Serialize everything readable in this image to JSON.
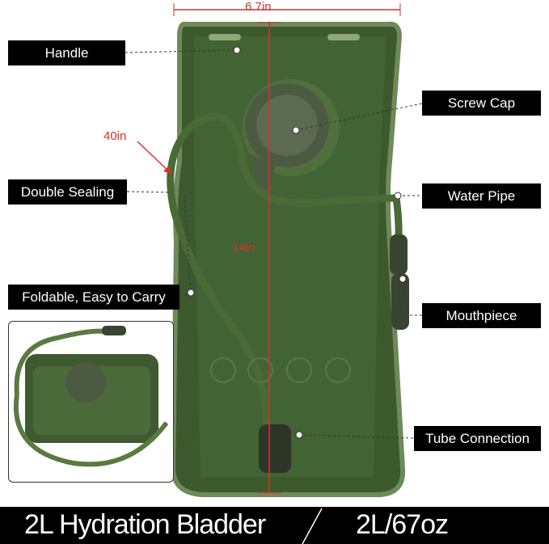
{
  "labels": {
    "handle": "Handle",
    "double_sealing": "Double Sealing",
    "foldable": "Foldable, Easy to Carry",
    "screw_cap": "Screw Cap",
    "water_pipe": "Water Pipe",
    "mouthpiece": "Mouthpiece",
    "tube_connection": "Tube Connection"
  },
  "dimensions": {
    "width": "6.7in",
    "height": "14in",
    "tube_length": "40in"
  },
  "banner": {
    "product": "2L Hydration Bladder",
    "capacity": "2L/67oz"
  },
  "colors": {
    "bladder": "#3d5a2e",
    "dimension_red": "#d9302a"
  }
}
